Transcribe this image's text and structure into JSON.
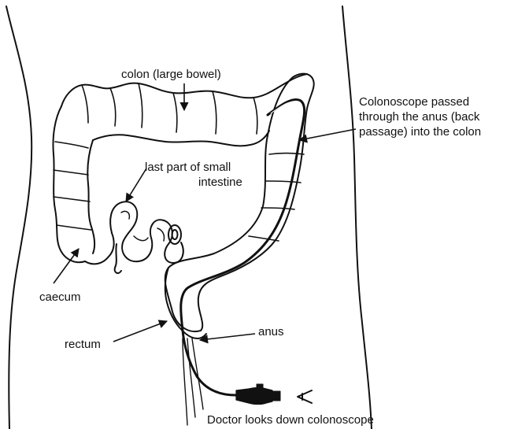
{
  "labels": {
    "colon": "colon (large bowel)",
    "colonoscope": [
      "Colonoscope passed",
      "through the anus (back",
      "passage) into the colon"
    ],
    "small_intestine": [
      "last part of small",
      "intestine"
    ],
    "caecum": "caecum",
    "rectum": "rectum",
    "anus": "anus",
    "doctor": "Doctor looks down colonoscope"
  },
  "colors": {
    "ink": "#111111",
    "background": "#ffffff"
  }
}
